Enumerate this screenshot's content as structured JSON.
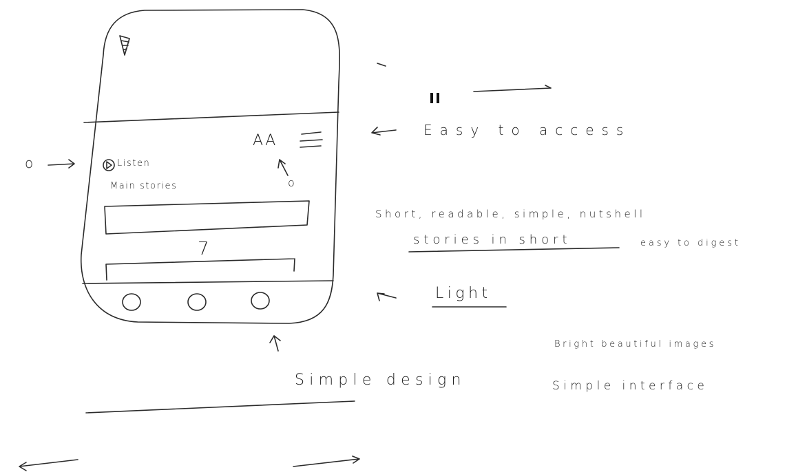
{
  "phone": {
    "listen_label": "Listen",
    "section_title": "Main stories",
    "font_size_control": "AA",
    "story_number": "7"
  },
  "annotations": {
    "access": "Easy to access",
    "summary_line": "Short, readable, simple, nutshell",
    "stories_in_short": "stories in short",
    "easy_digest": "easy to digest",
    "light": "Light",
    "bright_images": "Bright beautiful images",
    "simple_design": "Simple design",
    "simple_interface": "Simple interface",
    "listen_marker": "o",
    "aa_marker": "o"
  },
  "colors": {
    "ink": "#1e1e1e",
    "paper": "#ffffff"
  },
  "icons": [
    "logo-icon",
    "play-circle-icon",
    "hamburger-menu-icon",
    "pause-icon",
    "arrow-icon",
    "nav-circle-icon"
  ]
}
